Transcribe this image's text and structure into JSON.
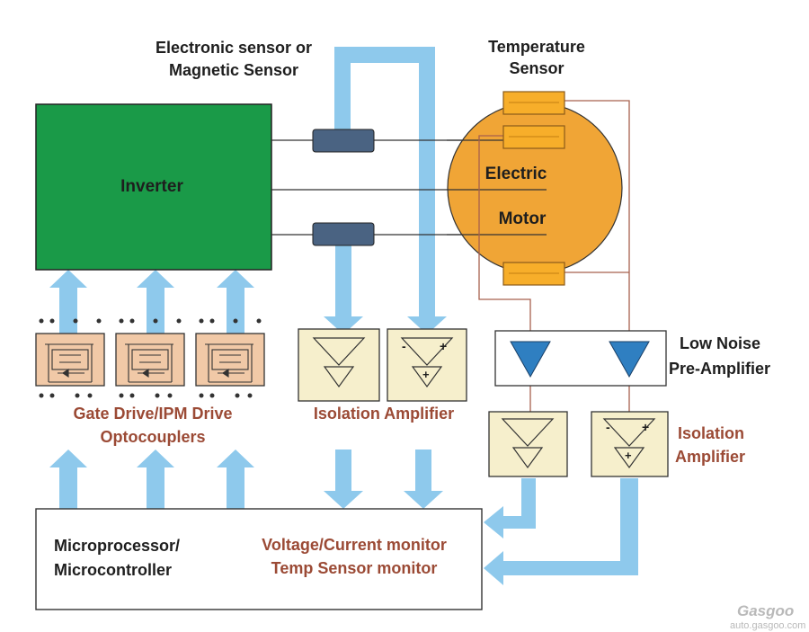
{
  "labels": {
    "sensor_title_1": "Electronic sensor or",
    "sensor_title_2": "Magnetic Sensor",
    "temp_sensor_1": "Temperature",
    "temp_sensor_2": "Sensor",
    "inverter": "Inverter",
    "motor_1": "Electric",
    "motor_2": "Motor",
    "low_noise_1": "Low Noise",
    "low_noise_2": "Pre-Amplifier",
    "gate_drive_1": "Gate Drive/IPM Drive",
    "gate_drive_2": "Optocouplers",
    "isolation_amp_center": "Isolation Amplifier",
    "isolation_amp_right_1": "Isolation",
    "isolation_amp_right_2": "Amplifier",
    "micro_1": "Microprocessor/",
    "micro_2": "Microcontroller",
    "monitor_1": "Voltage/Current monitor",
    "monitor_2": "Temp Sensor monitor",
    "amp_minus": "-",
    "amp_plus": "+"
  },
  "watermark": {
    "logo": "Gasgoo",
    "url": "auto.gasgoo.com"
  },
  "colors": {
    "inverter_green": "#1a9a48",
    "motor_orange": "#f0a536",
    "sensor_orange": "#f7ae2a",
    "arrow_blue": "#8ec9ec",
    "amp_fill": "#f6efcc",
    "opto_fill": "#f1c9a7",
    "current_sensor": "#4a6382",
    "preamp_blue": "#2f7fc1",
    "label_brown": "#9b4a35"
  }
}
